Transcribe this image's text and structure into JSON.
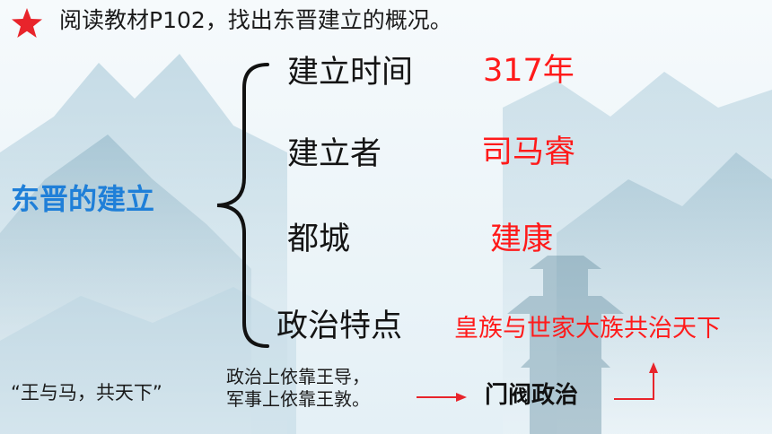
{
  "instruction": "阅读教材P102，找出东晋建立的概况。",
  "topic": "东晋的建立",
  "items": [
    {
      "label": "建立时间",
      "value": "317年"
    },
    {
      "label": "建立者",
      "value": "司马睿"
    },
    {
      "label": "都城",
      "value": "建康"
    },
    {
      "label": "政治特点",
      "value": "皇族与世家大族共治天下"
    }
  ],
  "quote": "“王与马，共天下”",
  "note": "政治上依靠王导，\n军事上依靠王敦。",
  "result": "门阀政治",
  "colors": {
    "accent_red": "#ff1a1a",
    "topic_blue": "#1f7fd8",
    "star_red": "#e8242b"
  },
  "icons": {
    "bullet": "star-icon"
  }
}
